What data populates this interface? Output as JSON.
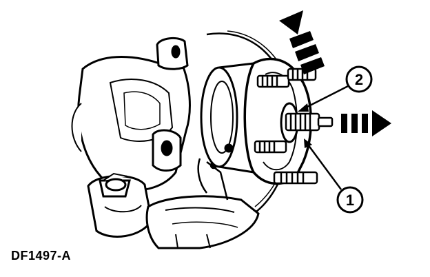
{
  "figure": {
    "id": "DF1497-A"
  },
  "callouts": [
    {
      "number": "2"
    },
    {
      "number": "1"
    }
  ],
  "colors": {
    "ink": "#000000",
    "paper": "#ffffff"
  }
}
